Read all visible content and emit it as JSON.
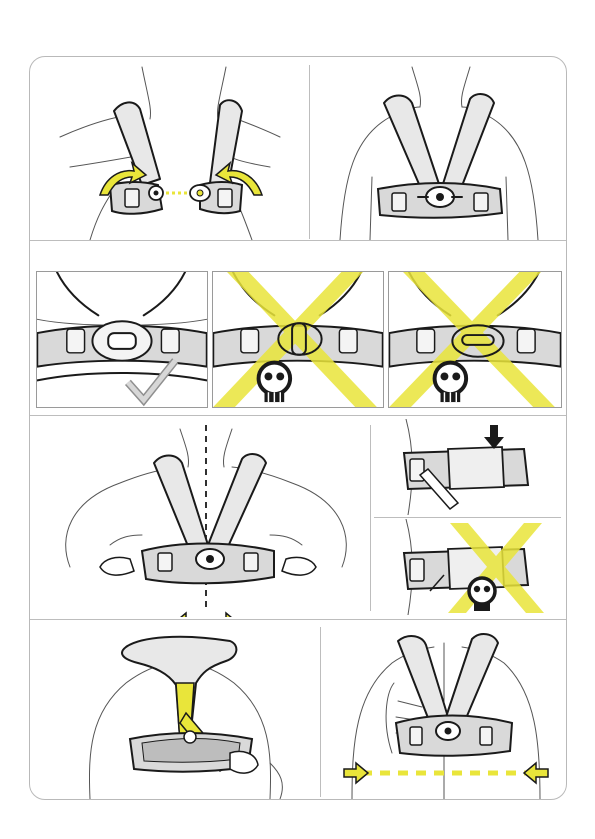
{
  "sheet": {
    "illustration_style": "line-art",
    "colors": {
      "accent_yellow": "#e9e53a",
      "line": "#1a1a1a",
      "frame": "#b9b9b9",
      "strap_fill": "#e8e8e8"
    }
  },
  "steps": [
    {
      "id": "step-1",
      "content": "connect-chest-buckle",
      "icons": [
        "curved-arrow-icon",
        "curved-arrow-icon"
      ]
    },
    {
      "id": "step-2",
      "content": "chest-strap-connected"
    },
    {
      "id": "step-3a",
      "content": "correct-buckle",
      "icons": [
        "checkmark-icon"
      ]
    },
    {
      "id": "step-3b",
      "content": "incorrect-buckle",
      "icons": [
        "cross-icon",
        "skull-danger-icon"
      ]
    },
    {
      "id": "step-3c",
      "content": "incorrect-buckle",
      "icons": [
        "cross-icon",
        "skull-danger-icon"
      ]
    },
    {
      "id": "step-4",
      "content": "adjust-equal-both-sides",
      "marks": [
        "=",
        "="
      ],
      "icons": [
        "arrow-left-icon",
        "arrow-right-icon"
      ]
    },
    {
      "id": "step-5a",
      "content": "press-strap-end",
      "icons": [
        "arrow-down-icon"
      ]
    },
    {
      "id": "step-5b",
      "content": "strap-end-wrong",
      "icons": [
        "cross-icon",
        "skull-danger-icon"
      ]
    },
    {
      "id": "step-6",
      "content": "back-view-harness-adjust"
    },
    {
      "id": "step-7",
      "content": "skeleton-view-alignment",
      "icons": [
        "arrow-right-icon",
        "arrow-left-icon"
      ]
    }
  ]
}
